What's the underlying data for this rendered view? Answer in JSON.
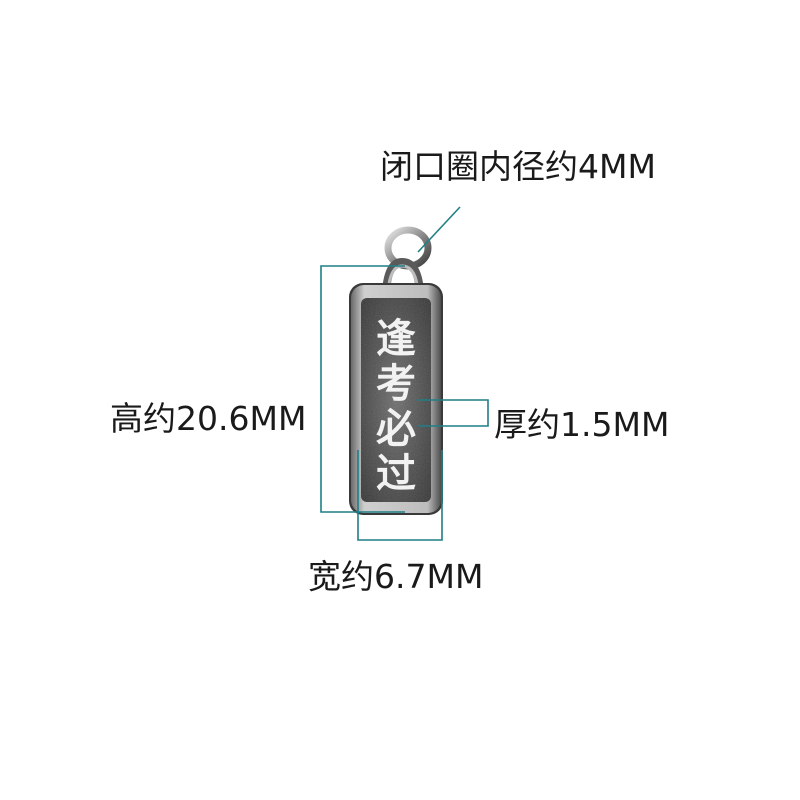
{
  "annotations": {
    "ring_inner_diameter": "闭口圈内径约4MM",
    "height": "高约20.6MM",
    "thickness": "厚约1.5MM",
    "width": "宽约6.7MM"
  },
  "pendant": {
    "engraving": [
      "逢",
      "考",
      "必",
      "过"
    ],
    "metal_color": "#5a5a5a",
    "line_color": "#1f7f86"
  }
}
